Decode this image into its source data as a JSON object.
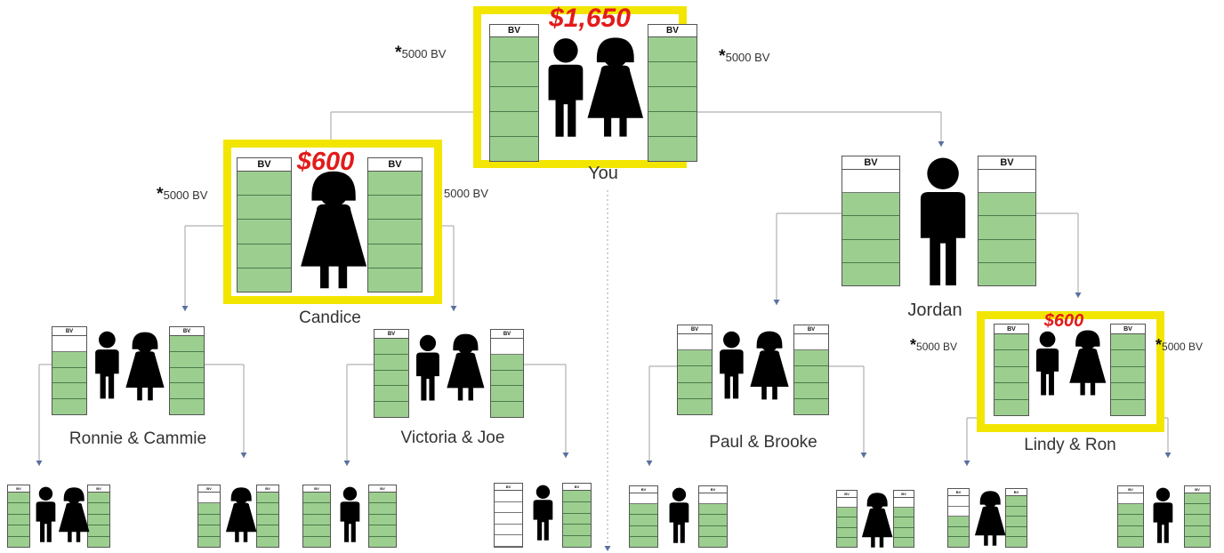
{
  "diagram": {
    "nodes": {
      "you": {
        "name": "You",
        "earning": "$1,650",
        "header": "BV",
        "left_note": "5000 BV",
        "left_star": "*",
        "right_note": "5000 BV",
        "right_star": "*"
      },
      "candice": {
        "name": "Candice",
        "earning": "$600",
        "header": "BV",
        "left_note": "5000 BV",
        "left_star": "*",
        "right_note": "5000 BV"
      },
      "jordan": {
        "name": "Jordan",
        "header": "BV"
      },
      "ronnie": {
        "name": "Ronnie & Cammie",
        "header": "BV"
      },
      "victoria": {
        "name": "Victoria & Joe",
        "header": "BV"
      },
      "paul": {
        "name": "Paul & Brooke",
        "header": "BV"
      },
      "lindy": {
        "name": "Lindy & Ron",
        "earning": "$600",
        "header": "BV",
        "left_note": "5000 BV",
        "left_star": "*",
        "right_note": "5000 BV",
        "right_star": "*"
      }
    },
    "mini_header": "BV"
  },
  "colors": {
    "highlight": "#f2e600",
    "bv_fill": "#9ccf8f",
    "earning": "#e31b1b",
    "silhouette": "#000000",
    "connector": "#b0b0b0",
    "arrow": "#5a6fa0"
  },
  "icons": [
    "man-icon",
    "woman-icon"
  ]
}
